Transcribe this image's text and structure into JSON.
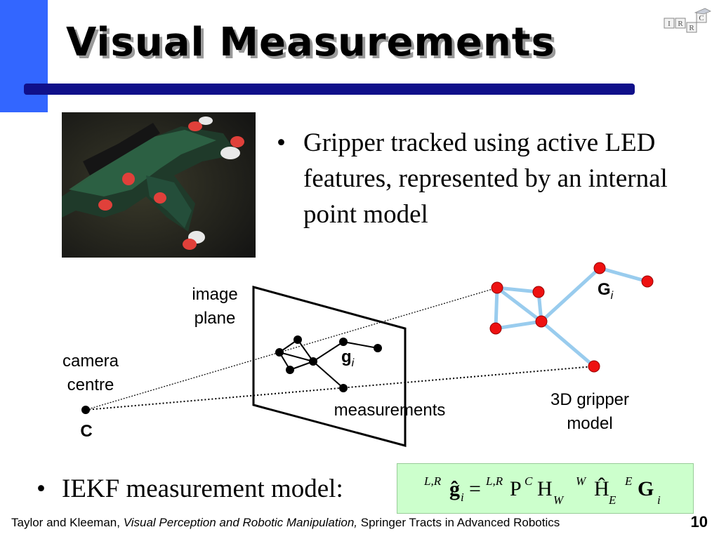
{
  "slide": {
    "title": "Visual Measurements",
    "page_number": "10",
    "footer": {
      "author": "Taylor and Kleeman,",
      "book": "Visual Perception and Robotic Manipulation,",
      "series": "Springer Tracts in Advanced Robotics"
    }
  },
  "logo": {
    "letters": [
      "I",
      "R",
      "R",
      "C"
    ]
  },
  "bullets": {
    "first_marker": "•",
    "first": "Gripper tracked using active LED features, represented by an internal point model",
    "second_marker": "•",
    "second": "IEKF measurement model:"
  },
  "diagram": {
    "labels": {
      "image_plane_line1": "image",
      "image_plane_line2": "plane",
      "camera_line1": "camera",
      "camera_line2": "centre",
      "camera_point": "C",
      "measurements": "measurements",
      "model_line1": "3D gripper",
      "model_line2": "model",
      "g_main": "g",
      "g_sub": "i",
      "G_main": "G",
      "G_sub": "i"
    },
    "colors": {
      "led_red": "#ee1111",
      "model_edge": "#99ccee",
      "plane_stroke": "#000000"
    }
  },
  "formula": {
    "lhs_sup": "L,R",
    "lhs": "ĝ",
    "lhs_sub": "i",
    "equals": "=",
    "p_sup": "L,R",
    "p": "P",
    "p_sup2": "C",
    "h1": "H",
    "h1_sub": "W",
    "h2_sup": "W",
    "h2": "Ĥ",
    "h2_sub": "E",
    "g_sup": "E",
    "g": "G",
    "g_sub": "i"
  },
  "colors": {
    "accent_blue": "#3366ff",
    "title_rule": "#10108a",
    "formula_bg": "#ccffcc"
  }
}
